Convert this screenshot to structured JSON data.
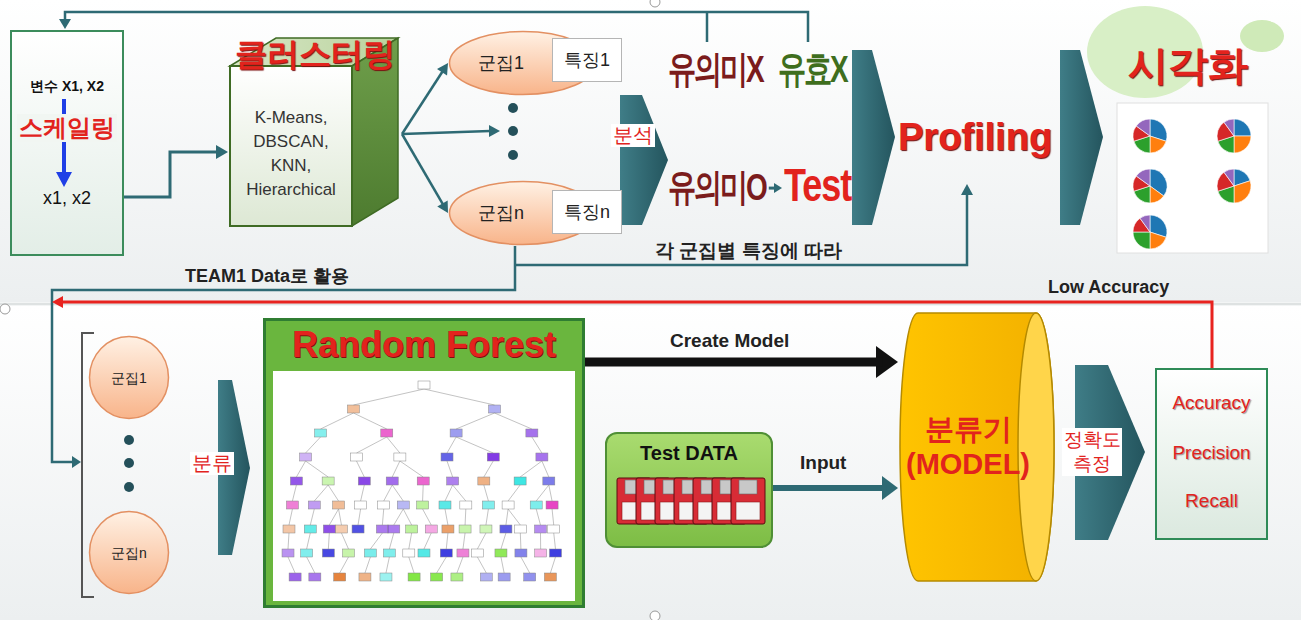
{
  "diagram": {
    "nodes": [
      {
        "text": [
          "변수 X1, X2",
          "스케일링",
          "x1, x2"
        ]
      },
      {
        "text": [
          "클러스터링",
          "K-Means, DBSCAN, KNN, Hierarchical"
        ]
      },
      {
        "text": [
          "군집1"
        ]
      },
      {
        "text": [
          "특징1"
        ]
      },
      {
        "text": [
          "군집n"
        ]
      },
      {
        "text": [
          "특징n"
        ]
      },
      {
        "text": [
          "군집1"
        ]
      },
      {
        "text": [
          "군집n"
        ]
      },
      {
        "text": [
          "Random Forest"
        ]
      },
      {
        "text": [
          "Test DATA"
        ]
      },
      {
        "text": [
          "분류기 (MODEL)"
        ]
      },
      {
        "text": [
          "Accuracy",
          "Precision",
          "Recall"
        ]
      }
    ],
    "edges": [
      {
        "from": 0,
        "to": 1,
        "arrow": "to"
      },
      {
        "from": 1,
        "to": 2,
        "arrow": "to"
      },
      {
        "from": 1,
        "to": 4,
        "arrow": "to"
      },
      {
        "from": 8,
        "to": 10,
        "label": "Create Model",
        "arrow": "to"
      },
      {
        "from": 9,
        "to": 10,
        "label": "Input",
        "arrow": "to"
      }
    ],
    "labels": [
      "분석",
      "유의미X",
      "유효X",
      "유의미O",
      "Test",
      "Profiling",
      "시각화",
      "각 군집별 특징에 따라",
      "TEAM1 Data로 활용",
      "Low Accuracy",
      "분류",
      "정확도 측정"
    ]
  }
}
